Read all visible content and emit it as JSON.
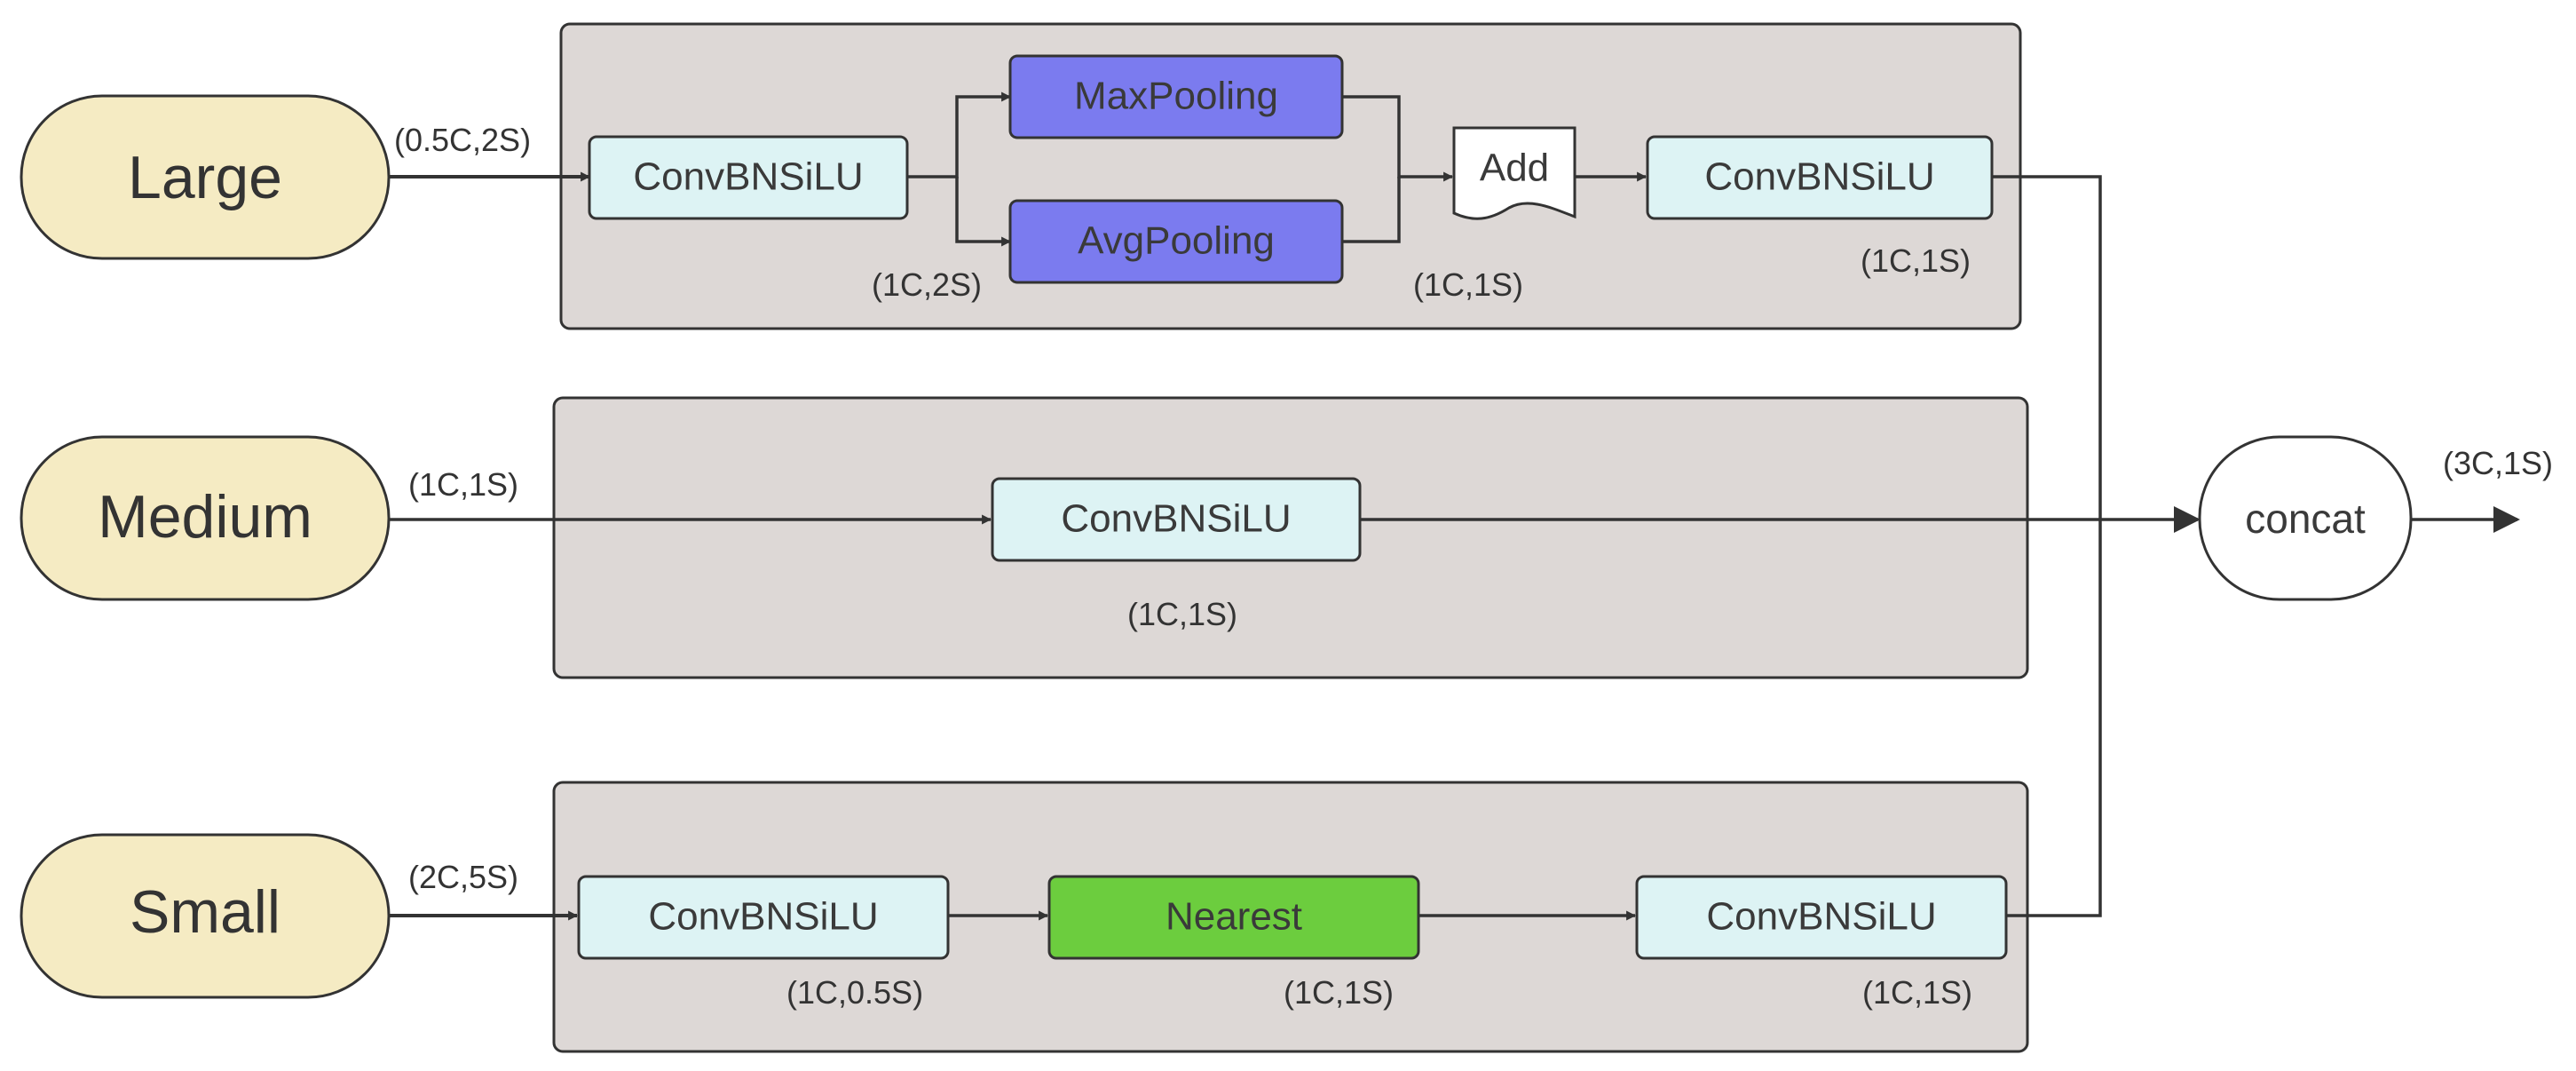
{
  "inputs": {
    "large": "Large",
    "medium": "Medium",
    "small": "Small"
  },
  "large_branch": {
    "input_label": "(0.5C,2S)",
    "conv1": "ConvBNSiLU",
    "conv1_out": "(1C,2S)",
    "maxpool": "MaxPooling",
    "avgpool": "AvgPooling",
    "add": "Add",
    "add_out": "(1C,1S)",
    "conv2": "ConvBNSiLU",
    "conv2_out": "(1C,1S)"
  },
  "medium_branch": {
    "input_label": "(1C,1S)",
    "conv": "ConvBNSiLU",
    "conv_out": "(1C,1S)"
  },
  "small_branch": {
    "input_label": "(2C,5S)",
    "conv1": "ConvBNSiLU",
    "conv1_out": "(1C,0.5S)",
    "nearest": "Nearest",
    "nearest_out": "(1C,1S)",
    "conv2": "ConvBNSiLU",
    "conv2_out": "(1C,1S)"
  },
  "concat": {
    "label": "concat",
    "output_label": "(3C,1S)"
  },
  "colors": {
    "input_fill": "#f5ebc3",
    "panel_fill": "#ddd8d6",
    "conv_fill": "#ddf3f4",
    "pool_fill": "#7b7bef",
    "nearest_fill": "#6ccd3e",
    "stroke": "#333333"
  }
}
